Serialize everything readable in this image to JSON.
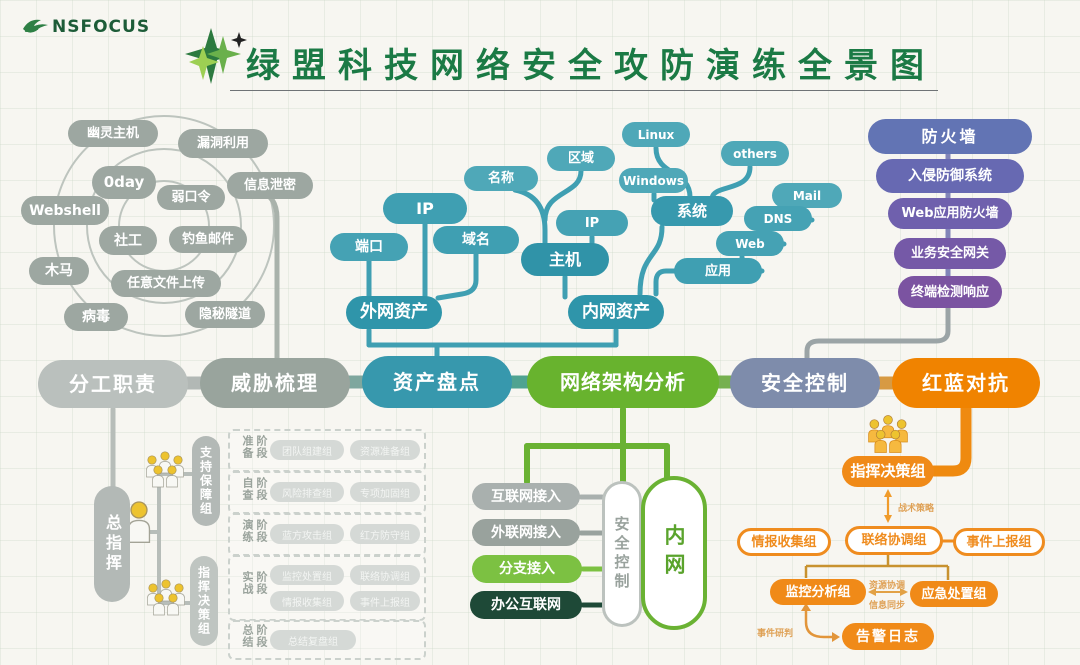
{
  "header": {
    "brand": "NSFOCUS",
    "title": "绿盟科技网络安全攻防演练全景图"
  },
  "attack": {
    "items": [
      "幽灵主机",
      "漏洞利用",
      "0day",
      "信息泄密",
      "Webshell",
      "弱口令",
      "社工",
      "钓鱼邮件",
      "木马",
      "任意文件上传",
      "病毒",
      "隐秘隧道"
    ]
  },
  "flow": {
    "items": [
      "分工职责",
      "威胁梳理",
      "资产盘点",
      "网络架构分析",
      "安全控制",
      "红蓝对抗"
    ]
  },
  "assets": {
    "external": {
      "label": "外网资产",
      "children": {
        "port": "端口",
        "ip": "IP",
        "domain": "域名",
        "name": "名称"
      }
    },
    "internal": {
      "label": "内网资产",
      "children": {
        "host": "主机",
        "ip": "IP",
        "area": "区域",
        "system": "系统",
        "linux": "Linux",
        "windows": "Windows",
        "others": "others",
        "app": "应用",
        "web": "Web",
        "dns": "DNS",
        "mail": "Mail"
      }
    }
  },
  "defense": {
    "items": [
      "防火墙",
      "入侵防御系统",
      "Web应用防火墙",
      "业务安全网关",
      "终端检测响应"
    ]
  },
  "network": {
    "access": [
      "互联网接入",
      "外联网接入",
      "分支接入",
      "办公互联网"
    ],
    "control": "安全控制",
    "intranet": "内网"
  },
  "command": {
    "chief": "总指挥",
    "support": "支持保障组",
    "decision": "指挥决策组",
    "stages": [
      {
        "label": "准备阶段",
        "items": [
          "团队组建组",
          "资源准备组"
        ]
      },
      {
        "label": "自查阶段",
        "items": [
          "风险排查组",
          "专项加固组"
        ]
      },
      {
        "label": "演练阶段",
        "items": [
          "蓝方攻击组",
          "红方防守组"
        ]
      },
      {
        "label": "实战阶段",
        "items": [
          "监控处置组",
          "联络协调组",
          "情报收集组",
          "事件上报组"
        ]
      },
      {
        "label": "总结阶段",
        "items": [
          "总结复盘组"
        ]
      }
    ]
  },
  "battle": {
    "decision": "指挥决策组",
    "tactics_label": "战术策略",
    "intel": "情报收集组",
    "liaison": "联络协调组",
    "report": "事件上报组",
    "monitor": "监控分析组",
    "response": "应急处置组",
    "log": "告警日志",
    "resource_label": "资源协调",
    "sync_label": "信息同步",
    "judge_label": "事件研判"
  },
  "colors": {
    "title_green": "#1b7a45",
    "teal": "#3f9fb2",
    "green": "#68b32e",
    "orange": "#f08300",
    "slate": "#7e8cab",
    "purple": "#7b53a1",
    "gray": "#99a49d"
  }
}
